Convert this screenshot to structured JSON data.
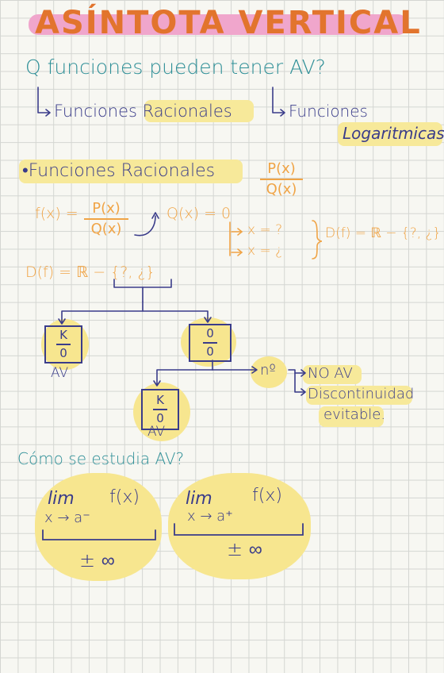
{
  "title": "ASÍNTOTA VERTICAL",
  "question": "Q funciones pueden tener AV?",
  "branch_racionales": "Funciones Racionales",
  "branch_log_1": "Funciones",
  "branch_log_2": "Logaritmicas",
  "bullet_heading": "•Funciones Racionales",
  "heading_frac": {
    "num": "P(x)",
    "den": "Q(x)"
  },
  "fx_left": "f(x) =",
  "fx_frac": {
    "num": "P(x)",
    "den": "Q(x)"
  },
  "qx_eq": "Q(x) = 0",
  "x_roots": [
    "x = ?",
    "x = ¿"
  ],
  "domain_right": "D(f) = ℝ − {?, ¿}",
  "domain_left": "D(f) = ℝ − {?, ¿}",
  "case_k0": {
    "num": "K",
    "den": "0",
    "label": "AV"
  },
  "case_00": {
    "num": "0",
    "den": "0"
  },
  "case_k0_b": {
    "num": "K",
    "den": "0",
    "label": "AV"
  },
  "no_label": "nº",
  "outcome_1": "NO AV",
  "outcome_2a": "Discontinuidad",
  "outcome_2b": "evitable.",
  "study_question": "Cómo se estudia AV?",
  "limit_left": {
    "lim": "lim",
    "fx": "f(x)",
    "approach": "x → a⁻",
    "result": "± ∞"
  },
  "limit_right": {
    "lim": "lim",
    "fx": "f(x)",
    "approach": "x → a⁺",
    "result": "± ∞"
  },
  "colors": {
    "title": "#e2742d",
    "teal": "#2e8f97",
    "navy": "#3a3c8a",
    "orange": "#f0a446",
    "highlight": "#f7e99a",
    "pink": "#f0a6cc"
  }
}
